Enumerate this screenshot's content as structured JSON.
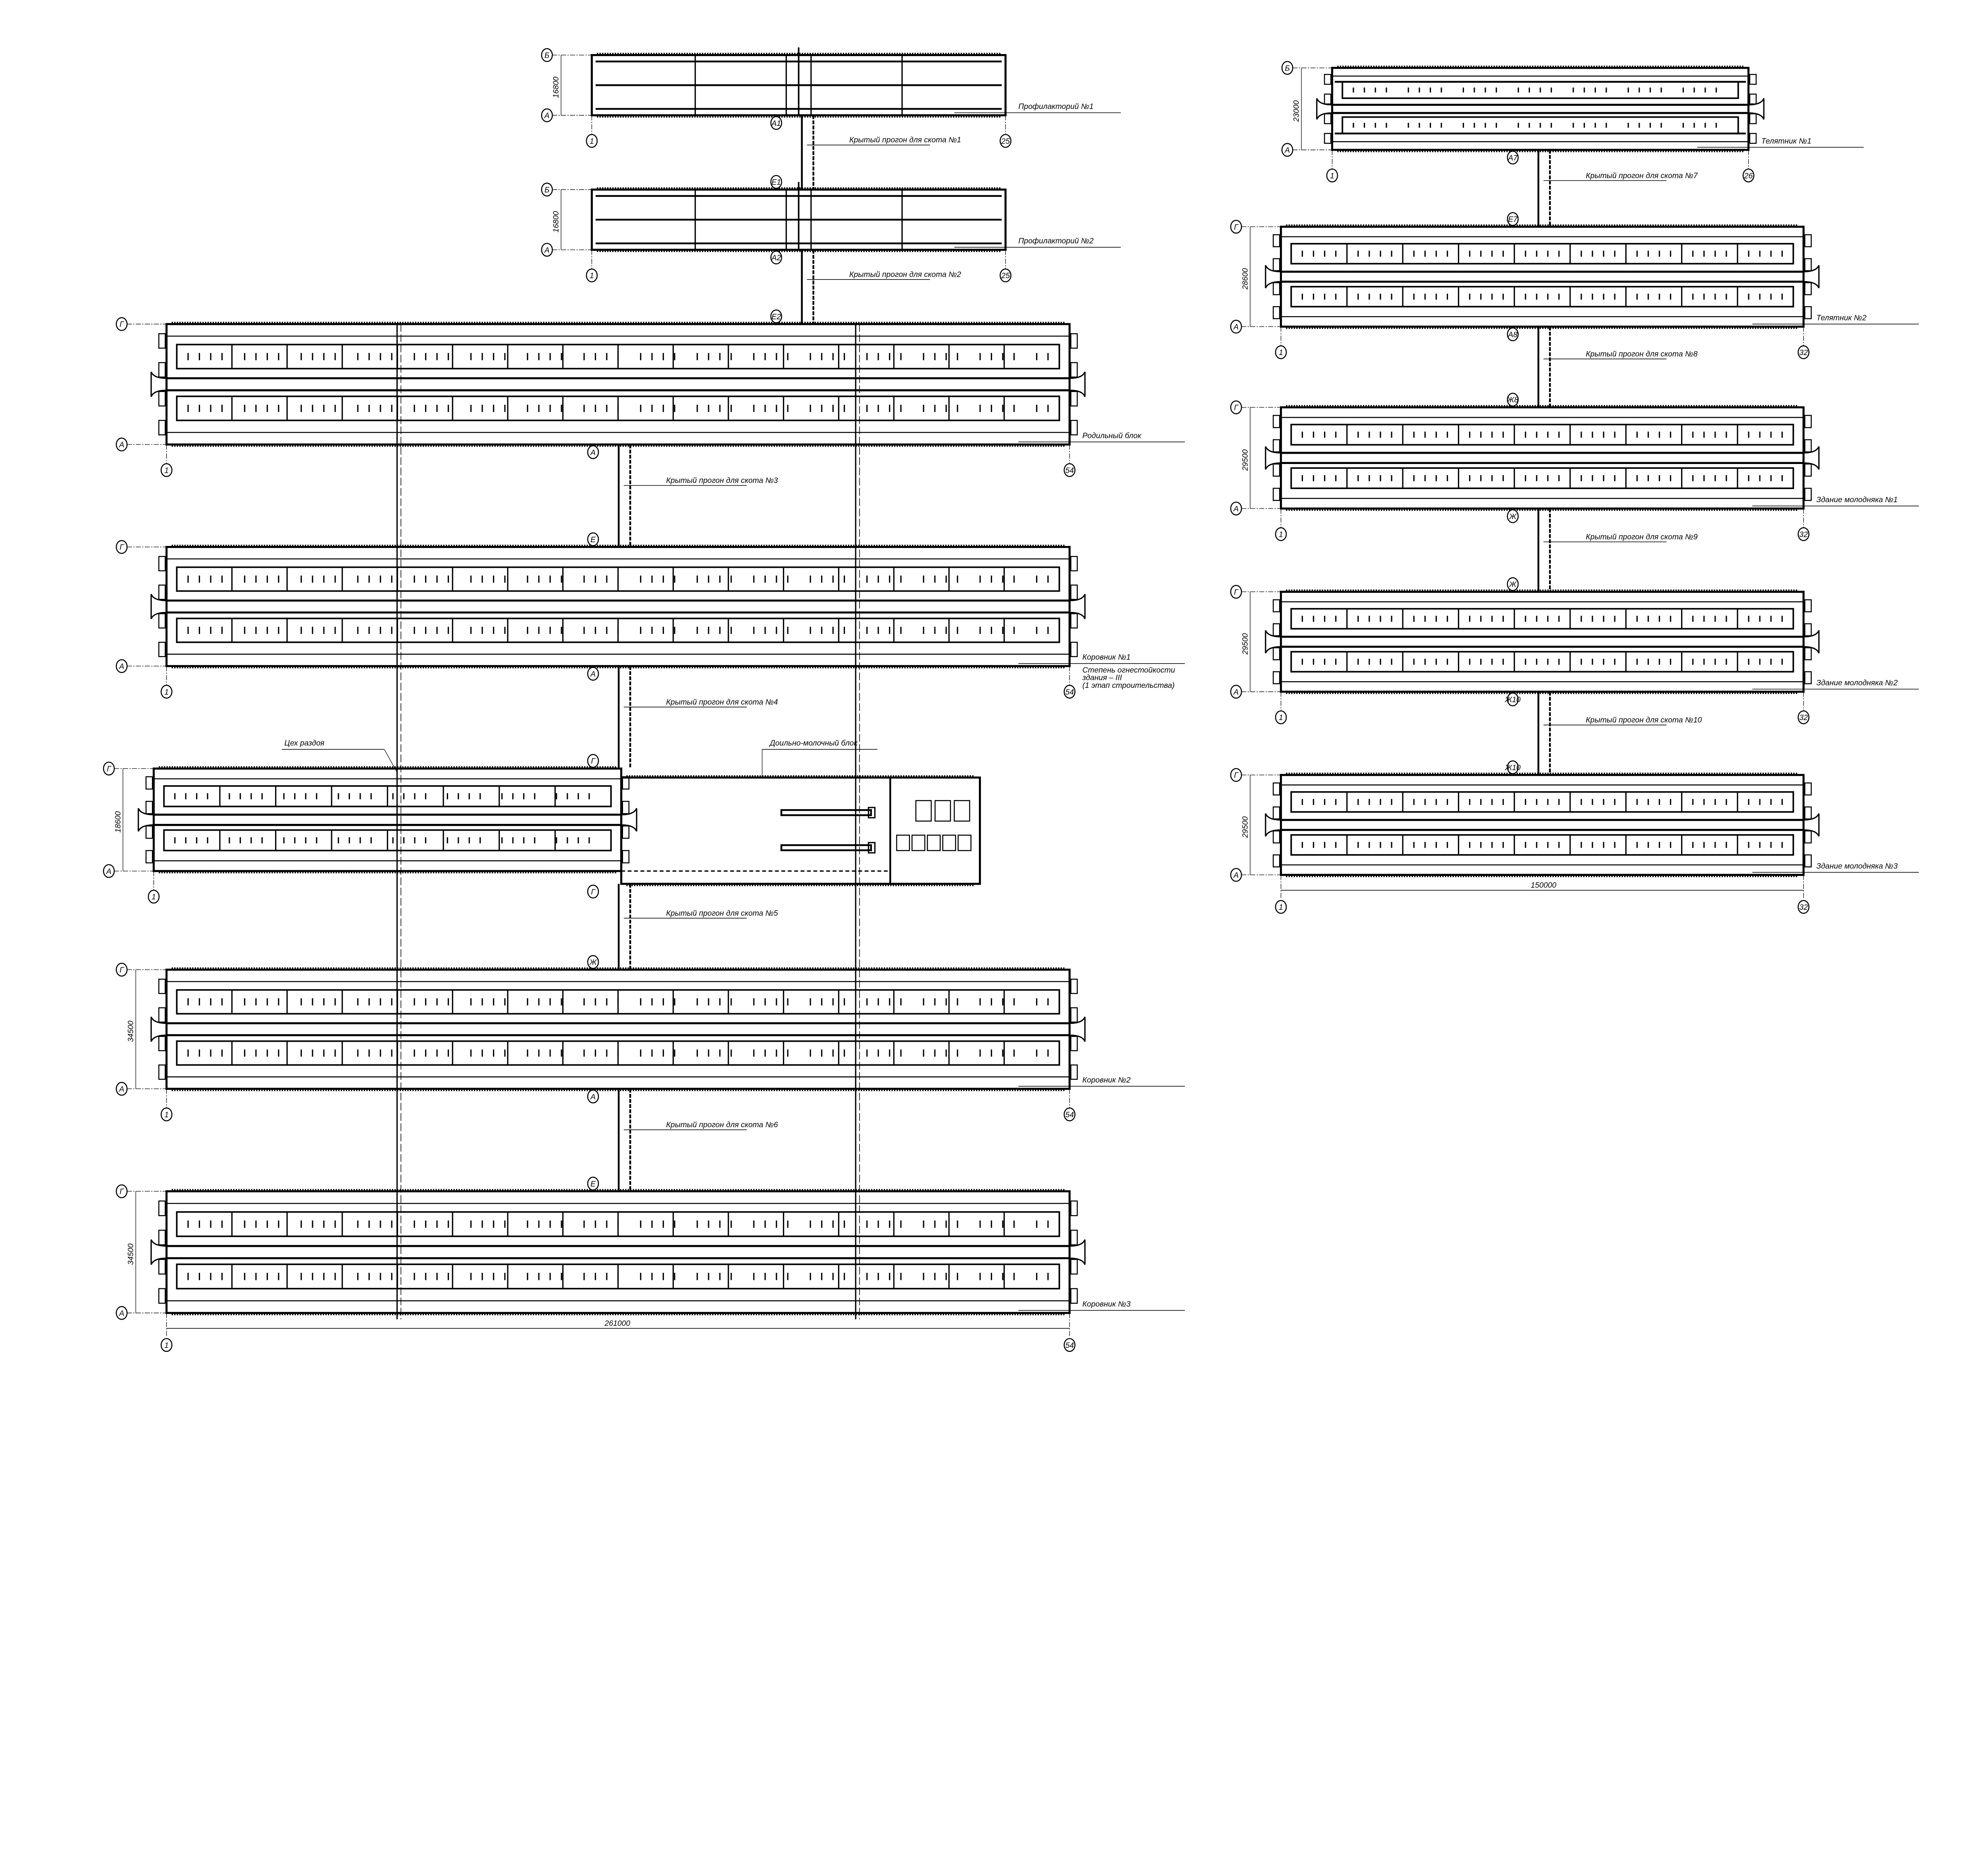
{
  "buildings": [
    {
      "name": "Профилакторий №1",
      "dimension": "16800",
      "axes": {
        "top": "Б",
        "bottom": "А",
        "start": "1",
        "end": "25"
      }
    },
    {
      "name": "Профилакторий №2",
      "dimension": "16800",
      "axes": {
        "top": "Б",
        "bottom": "А",
        "start": "1",
        "end": "25"
      }
    },
    {
      "name": "Родильный блок",
      "dimension": "",
      "axes": {
        "top": "Г",
        "bottom": "А",
        "start": "1",
        "end": "54"
      }
    },
    {
      "name": "Коровник №1",
      "dimension": "",
      "axes": {
        "top": "Г",
        "bottom": "А",
        "start": "1",
        "end": "54"
      }
    },
    {
      "name": "Цех раздоя",
      "dimension": "18600",
      "axes": {
        "top": "Г",
        "bottom": "А",
        "start": "1",
        "end": ""
      }
    },
    {
      "name": "Доильно-молочный блок",
      "dimension": "",
      "axes": {
        "top": "",
        "bottom": "",
        "start": "",
        "end": ""
      }
    },
    {
      "name": "Коровник №2",
      "dimension": "34500",
      "axes": {
        "top": "Г",
        "bottom": "А",
        "start": "1",
        "end": "54"
      }
    },
    {
      "name": "Коровник №3",
      "dimension": "34500",
      "axes": {
        "top": "Г",
        "bottom": "А",
        "start": "1",
        "end": "54"
      }
    },
    {
      "name": "Телятник №1",
      "dimension": "23000",
      "axes": {
        "top": "Б",
        "bottom": "А",
        "start": "1",
        "end": "26"
      }
    },
    {
      "name": "Телятник №2",
      "dimension": "28600",
      "axes": {
        "top": "Г",
        "bottom": "А",
        "start": "1",
        "end": "32"
      }
    },
    {
      "name": "Здание молодняка №1",
      "dimension": "29500",
      "axes": {
        "top": "Г",
        "bottom": "А",
        "start": "1",
        "end": "32"
      }
    },
    {
      "name": "Здание молодняка №2",
      "dimension": "29500",
      "axes": {
        "top": "Г",
        "bottom": "А",
        "start": "1",
        "end": "32"
      }
    },
    {
      "name": "Здание молодняка №3",
      "dimension": "29500",
      "axes": {
        "top": "Г",
        "bottom": "А",
        "start": "1",
        "end": "32"
      }
    }
  ],
  "passages": [
    {
      "label": "Крытый прогон для скота №1",
      "marks": [
        "А1",
        "Е1"
      ]
    },
    {
      "label": "Крытый прогон для скота №2",
      "marks": [
        "А2",
        "Е2"
      ]
    },
    {
      "label": "Крытый прогон для скота №3",
      "marks": [
        "А",
        "Е"
      ]
    },
    {
      "label": "Крытый прогон для скота №4",
      "marks": [
        "А",
        "Г"
      ]
    },
    {
      "label": "Крытый прогон для скота №5",
      "marks": [
        "Г",
        "Ж"
      ]
    },
    {
      "label": "Крытый прогон для скота №6",
      "marks": [
        "А",
        "Е"
      ]
    },
    {
      "label": "Крытый прогон для скота №7",
      "marks": [
        "А7",
        "Е7"
      ]
    },
    {
      "label": "Крытый прогон для скота №8",
      "marks": [
        "А8",
        "Ж8"
      ]
    },
    {
      "label": "Крытый прогон для скота №9",
      "marks": [
        "Ж",
        "Ж"
      ]
    },
    {
      "label": "Крытый прогон для скота №10",
      "marks": [
        "Ж10",
        "Ж10"
      ]
    }
  ],
  "fire_note": [
    "Степень огнестойкости",
    "здания – III",
    "(1 этап строительства)"
  ],
  "overall_dimensions": {
    "main": "261000",
    "right": "150000"
  },
  "overall_axes": {
    "main_start": "1",
    "main_end": "54",
    "right_start": "1",
    "right_end": "32"
  }
}
